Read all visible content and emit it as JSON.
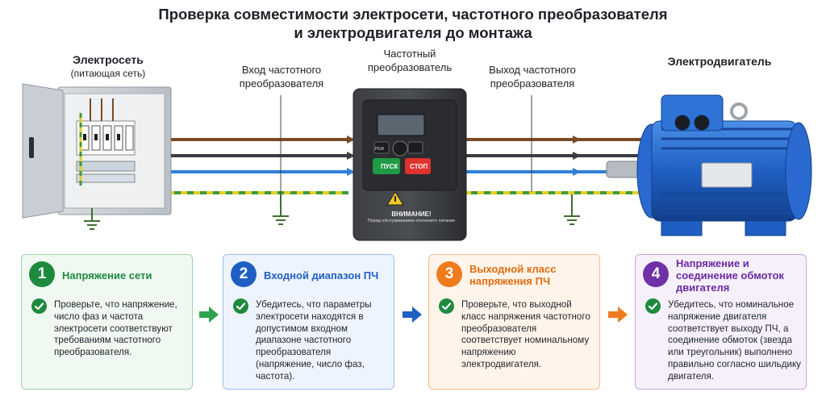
{
  "title_line1": "Проверка совместимости электросети, частотного преобразователя",
  "title_line2": "и электродвигателя до монтажа",
  "labels": {
    "grid": "Электросеть",
    "grid_sub": "(питающая сеть)",
    "vfd_input": "Вход частотного преобразователя",
    "vfd": "Частотный преобразователь",
    "vfd_output": "Выход частотного преобразователя",
    "motor": "Электродвигатель"
  },
  "vfd_panel": {
    "btn_start": "ПУСК",
    "btn_stop": "СТОП",
    "btn_mode": "РЕЖ",
    "warning_title": "ВНИМАНИЕ!",
    "warning_text": "Перед обслуживанием отключите питание"
  },
  "colors": {
    "wire_brown": "#7a4a24",
    "wire_black": "#3a3c40",
    "wire_blue": "#2f7fd8",
    "wire_pe_yellow": "#e2cf22",
    "wire_pe_green": "#3e9a3a",
    "step1": "#1e8a3e",
    "step2": "#1f5fc4",
    "step3": "#f07b1d",
    "step4": "#7030a8"
  },
  "steps": [
    {
      "number": "1",
      "title": "Напряжение сети",
      "text": "Проверьте, что напряжение, число фаз и частота электросети соответствуют требованиям частотного преобразователя."
    },
    {
      "number": "2",
      "title": "Входной диапазон ПЧ",
      "text": "Убедитесь, что параметры электросети находятся в допустимом входном диапазоне частотного преобразователя (напряжение, число фаз, частота)."
    },
    {
      "number": "3",
      "title": "Выходной класс напряжения ПЧ",
      "text": "Проверьте, что выходной класс напряжения частотного преобразователя соответствует номинальному напряжению электродвигателя."
    },
    {
      "number": "4",
      "title": "Напряжение и соединение обмоток двигателя",
      "text": "Убедитесь, что номинальное напряжение двигателя соответствует выходу ПЧ, а соединение обмоток (звезда или треугольник) выполнено правильно согласно шильдику двигателя."
    }
  ]
}
